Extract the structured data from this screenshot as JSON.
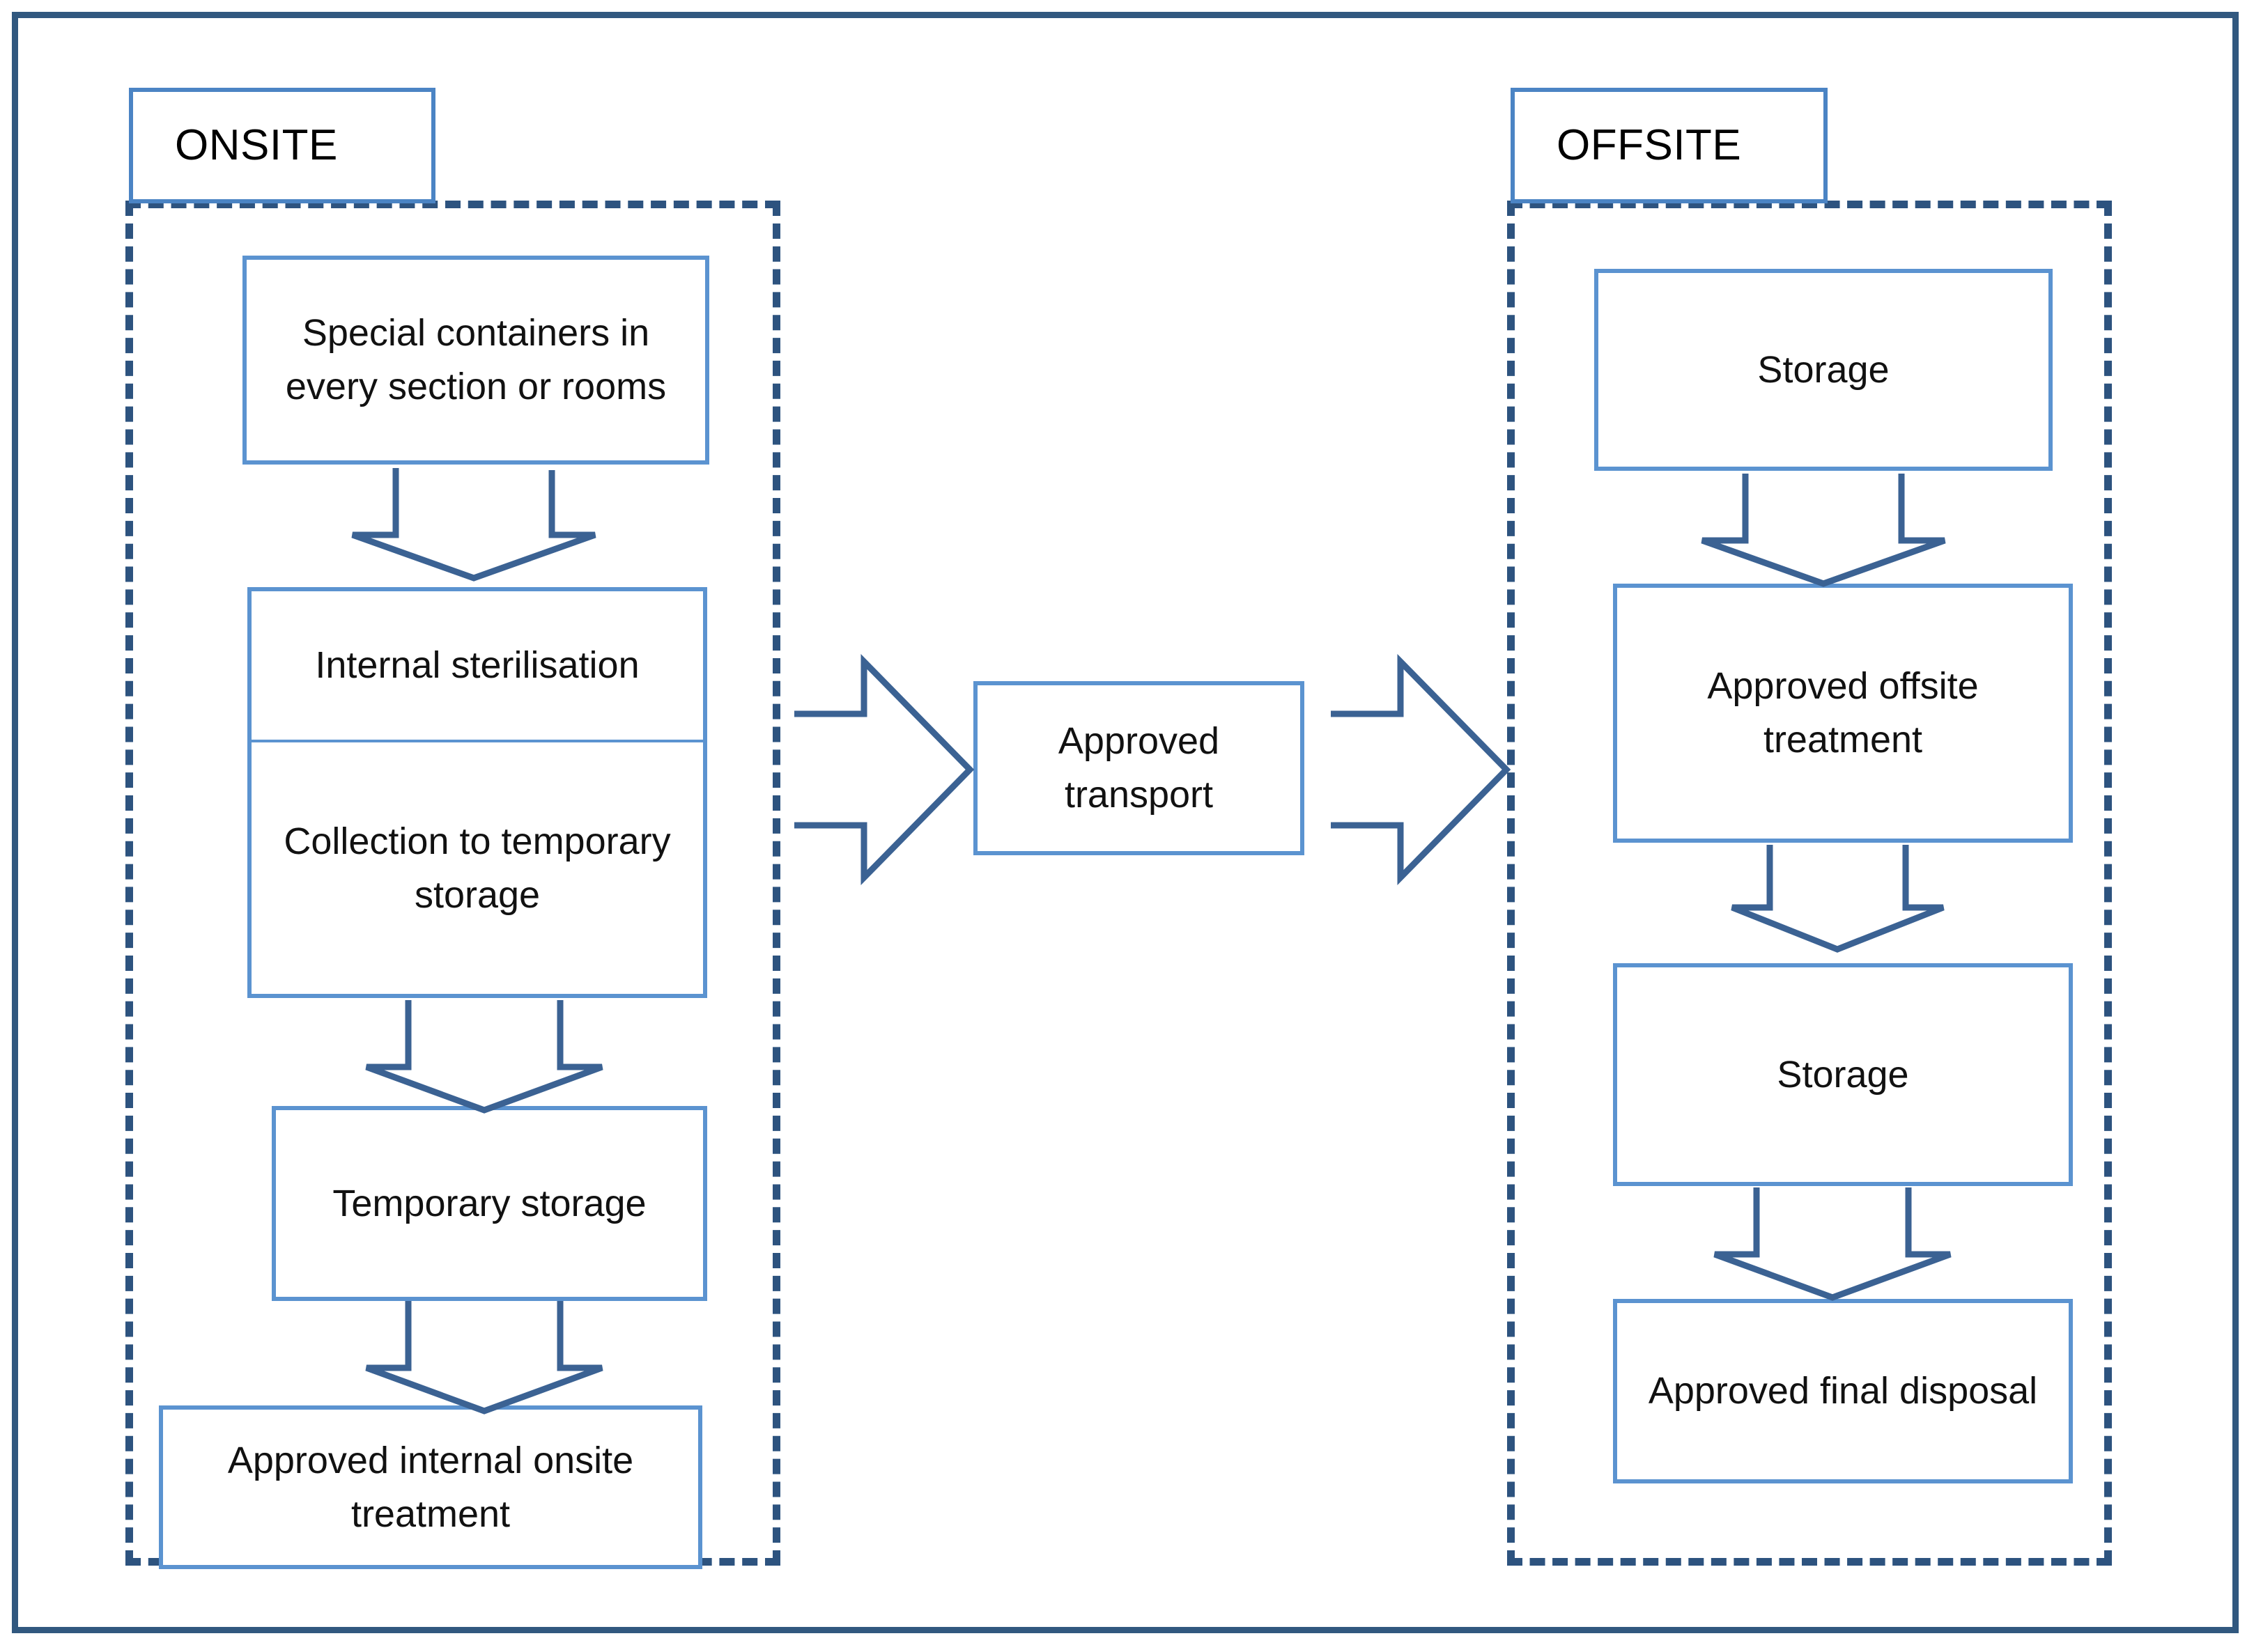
{
  "diagram": {
    "title_present": false,
    "colors": {
      "outer_frame_border": "#31587f",
      "group_dashed_border": "#2d537f",
      "box_border": "#5b93d0",
      "arrow_outline": "#3b6293",
      "arrow_fill": "#ffffff",
      "text": "#111111",
      "background": "#ffffff"
    }
  },
  "groups": {
    "onsite": {
      "label": "ONSITE",
      "steps": [
        {
          "id": "special-containers",
          "label": "Special containers in every section or rooms"
        },
        {
          "id": "internal-sterilisation",
          "label": "Internal sterilisation"
        },
        {
          "id": "collection-temporary-storage",
          "label": "Collection to temporary storage"
        },
        {
          "id": "temporary-storage",
          "label": "Temporary storage"
        },
        {
          "id": "approved-internal-onsite-treatment",
          "label": "Approved internal onsite treatment"
        }
      ]
    },
    "offsite": {
      "label": "OFFSITE",
      "steps": [
        {
          "id": "storage-in",
          "label": "Storage"
        },
        {
          "id": "approved-offsite-treatment",
          "label": "Approved offsite treatment"
        },
        {
          "id": "storage-out",
          "label": "Storage"
        },
        {
          "id": "approved-final-disposal",
          "label": "Approved final disposal"
        }
      ]
    }
  },
  "transport": {
    "label": "Approved transport"
  },
  "arrows": {
    "onsite_down_1": "down-arrow-icon",
    "onsite_down_2": "down-arrow-icon",
    "onsite_down_3": "down-arrow-icon",
    "offsite_down_1": "down-arrow-icon",
    "offsite_down_2": "down-arrow-icon",
    "offsite_down_3": "down-arrow-icon",
    "transport_in": "right-arrow-icon",
    "transport_out": "right-arrow-icon"
  }
}
